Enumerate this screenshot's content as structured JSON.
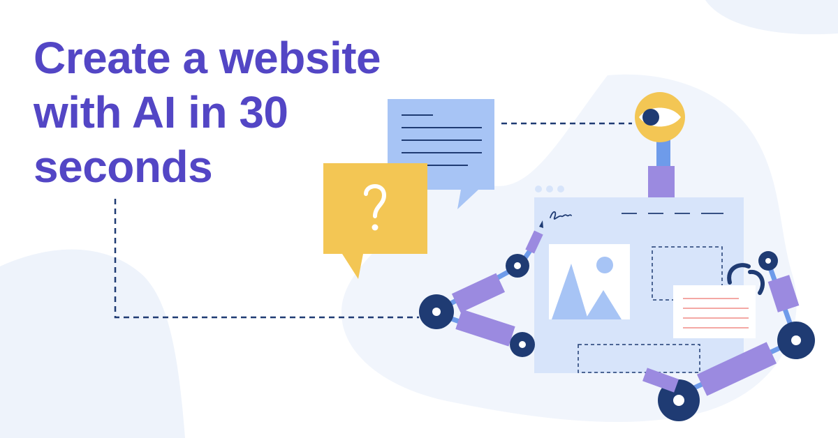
{
  "headline": {
    "line1": "Create a website",
    "line2": "with AI in 30",
    "line3": "seconds"
  },
  "colors": {
    "headline": "#5346c5",
    "blob": "#eef3fb",
    "navy": "#1f3b73",
    "purple": "#9b8ae0",
    "light_blue": "#a7c4f5",
    "yellow": "#f3c654",
    "browser": "#d7e4fa",
    "salmon": "#f08b86"
  },
  "icons": {
    "question": "question-mark-icon",
    "eye": "eye-icon",
    "image": "image-placeholder-icon",
    "signature": "signature-icon",
    "gripper": "robot-gripper-icon",
    "pencil": "pencil-icon"
  }
}
